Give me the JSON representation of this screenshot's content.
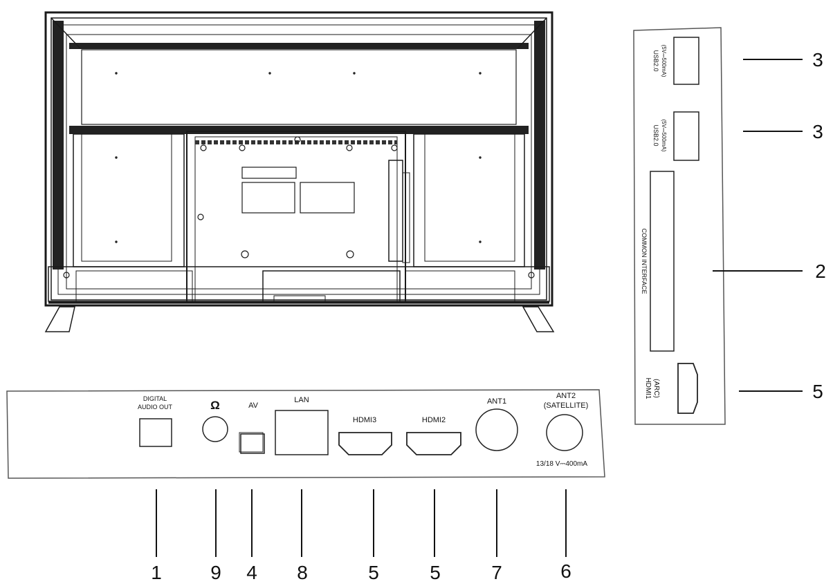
{
  "bottom_panel": {
    "ports": [
      {
        "id": "digital-audio-out",
        "line1": "DIGITAL",
        "line2": "AUDIO OUT",
        "callout": "1"
      },
      {
        "id": "headphone",
        "symbol": "Ω",
        "callout": "9"
      },
      {
        "id": "av",
        "label": "AV",
        "callout": "4"
      },
      {
        "id": "lan",
        "label": "LAN",
        "callout": "8"
      },
      {
        "id": "hdmi3",
        "label": "HDMI3",
        "callout": "5"
      },
      {
        "id": "hdmi2",
        "label": "HDMI2",
        "callout": "5"
      },
      {
        "id": "ant1",
        "label": "ANT1",
        "callout": "7"
      },
      {
        "id": "ant2",
        "line1": "ANT2",
        "line2": "(SATELLITE)",
        "note": "13/18 V⎓400mA",
        "callout": "6"
      }
    ]
  },
  "side_panel": {
    "ports": [
      {
        "id": "usb-1",
        "line1": "USB2.0",
        "line2": "(5V⎓500mA)",
        "callout": "3"
      },
      {
        "id": "usb-2",
        "line1": "USB2.0",
        "line2": "(5V⎓500mA)",
        "callout": "3"
      },
      {
        "id": "common-interface",
        "label": "COMMON  INTERFACE",
        "callout": "2"
      },
      {
        "id": "hdmi1",
        "line1": "HDMI1",
        "line2": "(ARC)",
        "callout": "5"
      }
    ]
  }
}
